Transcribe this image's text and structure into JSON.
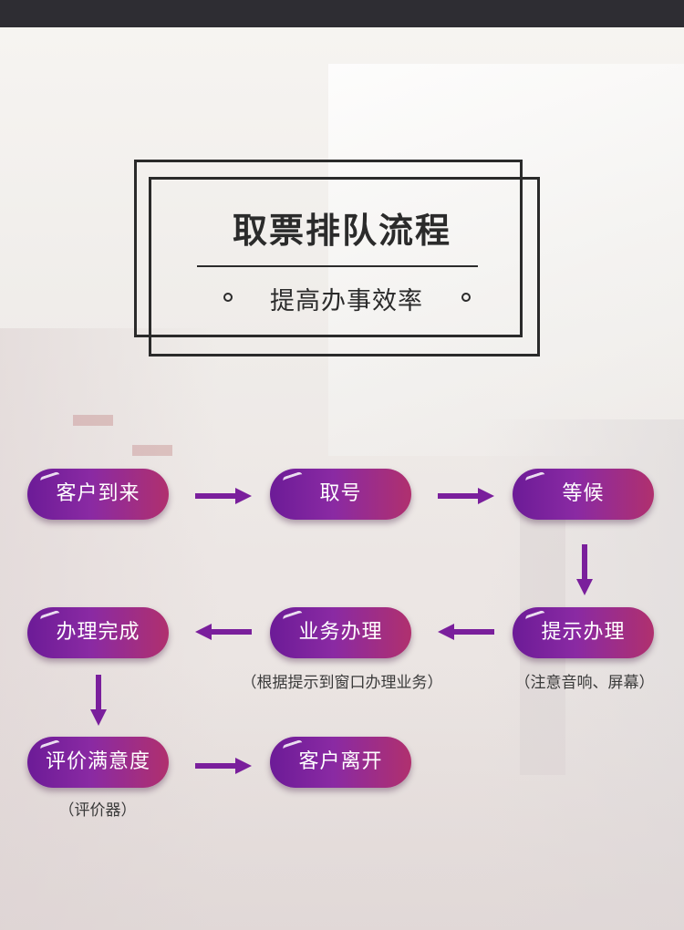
{
  "header": {
    "title": "取票排队流程",
    "subtitle": "提高办事效率"
  },
  "steps": {
    "customer_arrives": "客户到来",
    "take_number": "取号",
    "wait": "等候",
    "prompt_handle": "提示办理",
    "business_handling": "业务办理",
    "handling_complete": "办理完成",
    "evaluate_satisfaction": "评价满意度",
    "customer_leaves": "客户离开"
  },
  "notes": {
    "business_handling": "（根据提示到窗口办理业务）",
    "prompt_handle": "（注意音响、屏幕）",
    "evaluate_satisfaction": "（评价器）"
  },
  "colors": {
    "pill_start": "#6c1b97",
    "pill_end": "#b0306e",
    "arrow": "#7a1f9c",
    "frame": "#2a2a2a",
    "topbar": "#2e2d33"
  }
}
